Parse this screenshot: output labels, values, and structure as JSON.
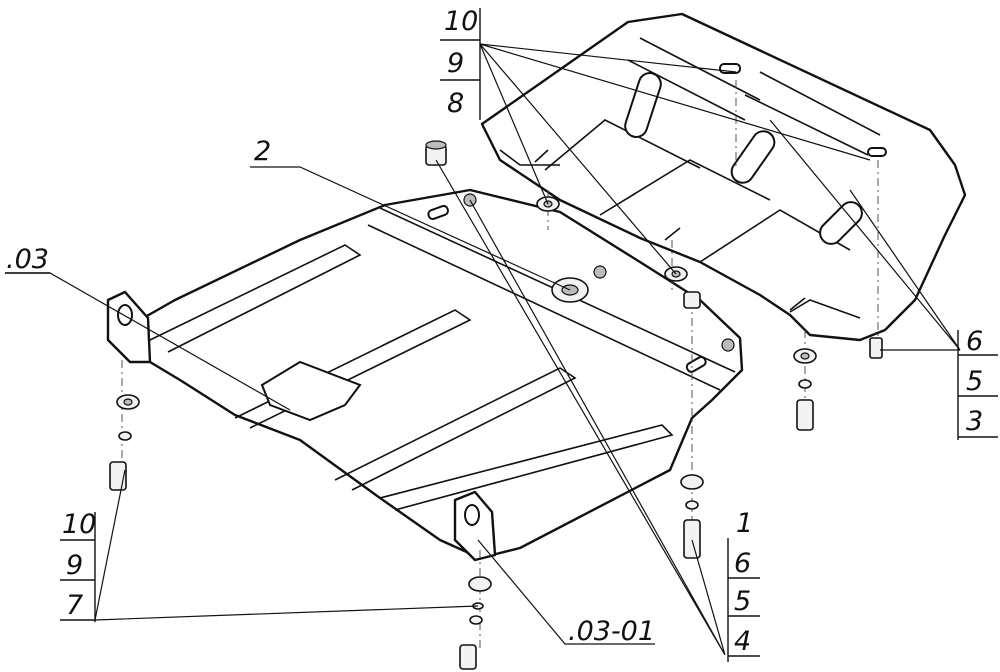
{
  "labels": {
    "top_10": "10",
    "top_9": "9",
    "top_8": "8",
    "part_2": "2",
    "part_03": ".03",
    "right_6": "6",
    "right_5": "5",
    "right_3": "3",
    "left_10": "10",
    "left_9": "9",
    "left_7": "7",
    "bottom_1": "1",
    "bottom_6": "6",
    "bottom_5": "5",
    "bottom_4": "4",
    "part_03_01": ".03-01"
  }
}
